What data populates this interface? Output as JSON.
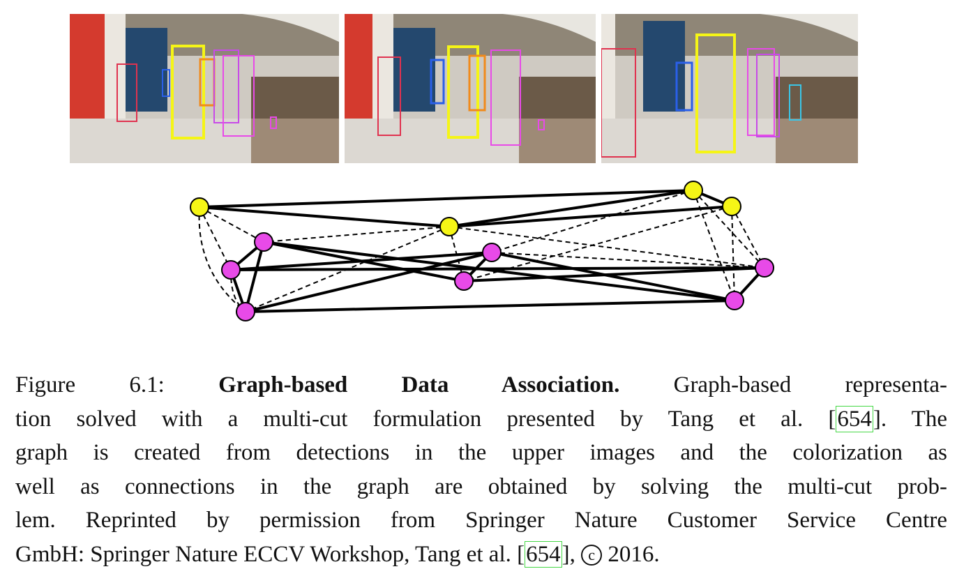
{
  "caption": {
    "figure_label": "Figure 6.1:",
    "title": "Graph-based Data Association.",
    "line1_rest": "Graph-based representa-",
    "line2_a": "tion solved with a multi-cut formulation presented by Tang et al.",
    "cite1": "654",
    "line2_b": ". The",
    "line3": "graph is created from detections in the upper images and the colorization as",
    "line4": "well as connections in the graph are obtained by solving the multi-cut prob-",
    "line5": "lem. Reprinted by permission from Springer Nature Customer Service Centre",
    "line6_a": "GmbH: Springer Nature ECCV Workshop, Tang et al.",
    "cite2": "654",
    "line6_b": ",",
    "copyright_symbol": "c",
    "year": "2016."
  },
  "colors": {
    "yellow": "#f5f516",
    "magenta": "#e84ae8",
    "red": "#e0324f",
    "blue": "#2a5fe8",
    "orange": "#f08a1c",
    "cyan": "#3ac6e8",
    "citation_box": "#45d845"
  }
}
